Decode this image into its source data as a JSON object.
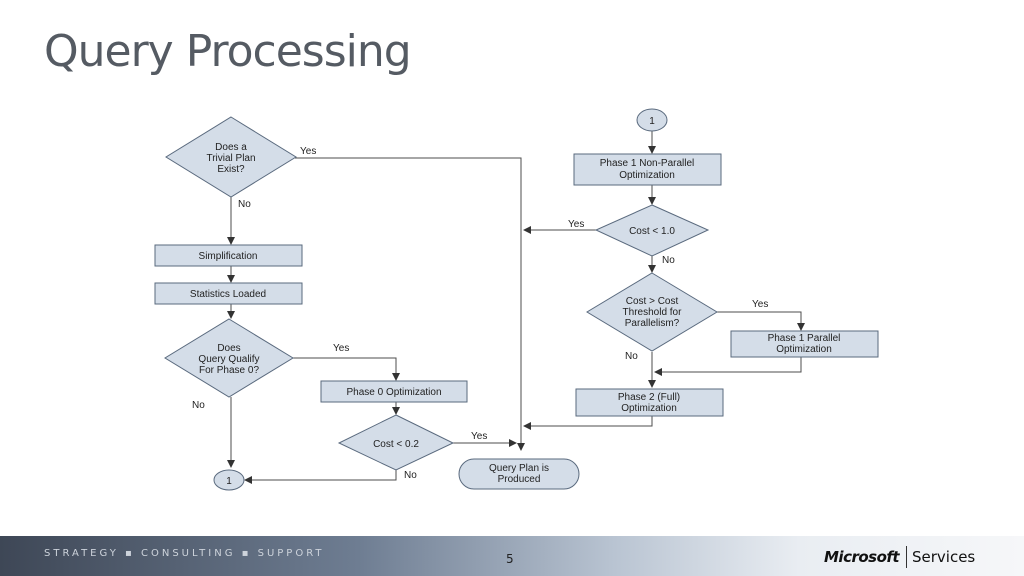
{
  "slide": {
    "title": "Query Processing",
    "page_number": "5"
  },
  "footer": {
    "tagline": "STRATEGY ▪ CONSULTING ▪ SUPPORT",
    "brand": "Microsoft",
    "brand_suffix": "Services"
  },
  "flow": {
    "trivial_plan": [
      "Does a",
      "Trivial Plan",
      "Exist?"
    ],
    "simplification": "Simplification",
    "statistics_loaded": "Statistics Loaded",
    "qualify_phase0": [
      "Does",
      "Query Qualify",
      "For Phase 0?"
    ],
    "phase0_optimization": "Phase 0 Optimization",
    "cost_02": "Cost < 0.2",
    "connector_1_bottom": "1",
    "query_plan_produced": [
      "Query Plan is",
      "Produced"
    ],
    "connector_1_top": "1",
    "phase1_nonparallel": [
      "Phase 1 Non-Parallel",
      "Optimization"
    ],
    "cost_10": "Cost < 1.0",
    "cost_threshold": [
      "Cost > Cost",
      "Threshold for",
      "Parallelism?"
    ],
    "phase1_parallel": [
      "Phase 1 Parallel",
      "Optimization"
    ],
    "phase2_full": [
      "Phase 2 (Full)",
      "Optimization"
    ],
    "labels": {
      "yes_trivial": "Yes",
      "no_trivial": "No",
      "yes_phase0": "Yes",
      "no_phase0": "No",
      "yes_cost02": "Yes",
      "no_cost02": "No",
      "yes_cost10": "Yes",
      "no_cost10": "No",
      "yes_threshold": "Yes",
      "no_threshold": "No"
    }
  }
}
